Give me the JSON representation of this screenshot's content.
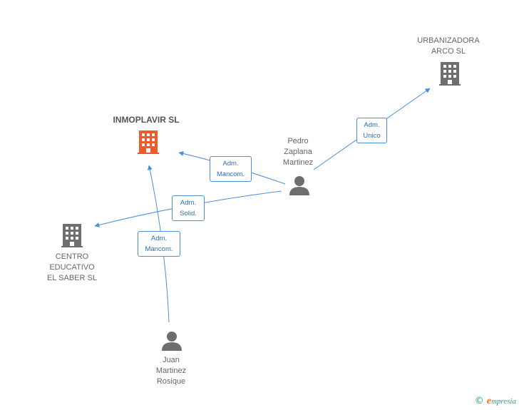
{
  "nodes": {
    "inmoplavir": {
      "label": "INMOPLAVIR SL",
      "type": "company",
      "focus": true,
      "color": "#f05a28"
    },
    "urbanizadora": {
      "label": "URBANIZADORA\nARCO SL",
      "type": "company",
      "color": "#6e6e6e"
    },
    "centro": {
      "label": "CENTRO\nEDUCATIVO\nEL SABER SL",
      "type": "company",
      "color": "#6e6e6e"
    },
    "pedro": {
      "label": "Pedro\nZaplana\nMartinez",
      "type": "person",
      "color": "#6e6e6e"
    },
    "juan": {
      "label": "Juan\nMartinez\nRosique",
      "type": "person",
      "color": "#6e6e6e"
    }
  },
  "edges": [
    {
      "from": "pedro",
      "to": "urbanizadora",
      "label": "Adm.\nUnico"
    },
    {
      "from": "pedro",
      "to": "inmoplavir",
      "label": "Adm.\nMancom."
    },
    {
      "from": "pedro",
      "to": "centro",
      "label": "Adm.\nSolid."
    },
    {
      "from": "juan",
      "to": "inmoplavir",
      "label": "Adm.\nMancom."
    }
  ],
  "colors": {
    "edge": "#4a90d9"
  },
  "footer": {
    "copyright": "©",
    "brand_initial": "e",
    "brand_rest": "mpresia"
  }
}
